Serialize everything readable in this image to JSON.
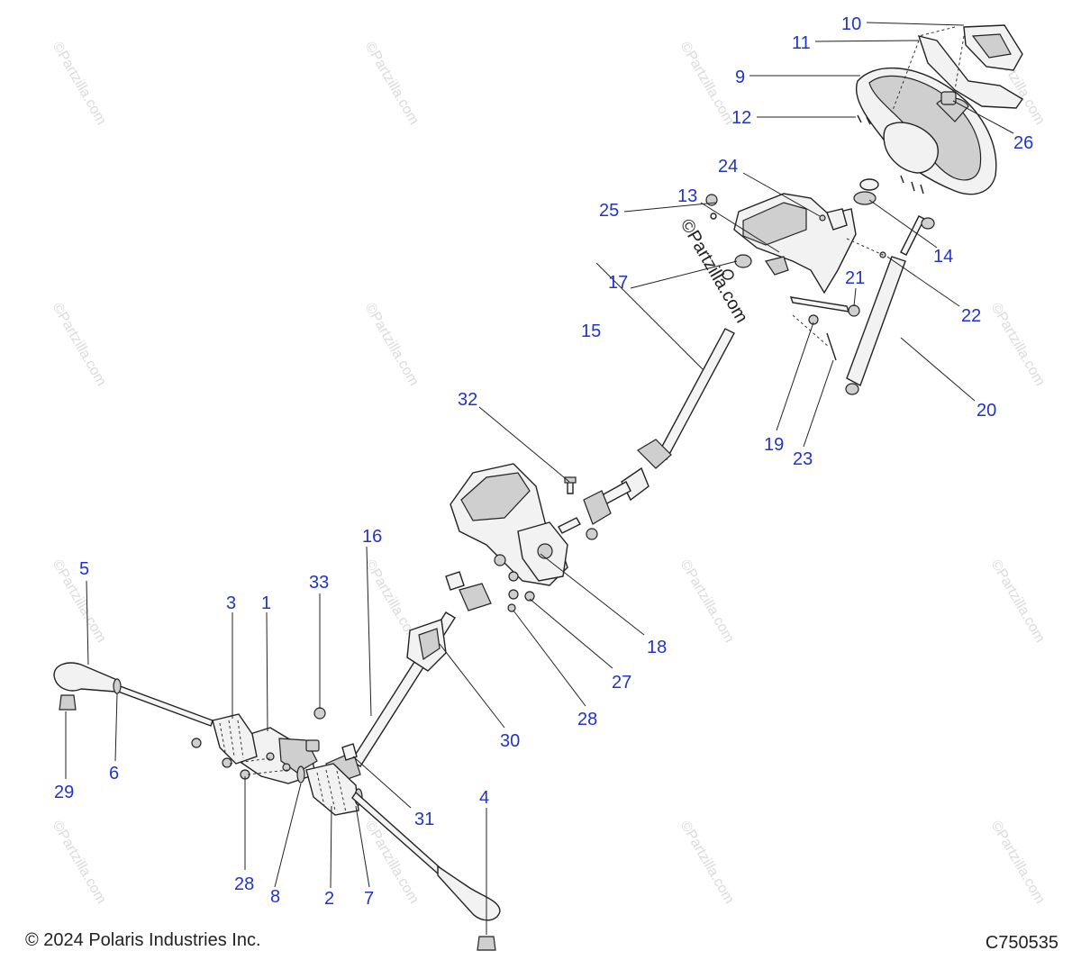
{
  "footer": {
    "copyright": "© 2024 Polaris Industries Inc.",
    "drawing_id": "C750535"
  },
  "watermark": {
    "text": "©Partzilla.com"
  },
  "callouts": {
    "c1": "1",
    "c2": "2",
    "c3": "3",
    "c4": "4",
    "c5": "5",
    "c6": "6",
    "c7": "7",
    "c8": "8",
    "c9": "9",
    "c10": "10",
    "c11": "11",
    "c12": "12",
    "c13": "13",
    "c14": "14",
    "c15": "15",
    "c16": "16",
    "c17": "17",
    "c18": "18",
    "c19": "19",
    "c20": "20",
    "c21": "21",
    "c22": "22",
    "c23": "23",
    "c24": "24",
    "c25": "25",
    "c26": "26",
    "c27": "27",
    "c28a": "28",
    "c28b": "28",
    "c29": "29",
    "c30": "30",
    "c31": "31",
    "c32": "32",
    "c33": "33"
  },
  "colors": {
    "callout": "#2233cc",
    "line": "#222222",
    "watermark": "#d8d8d8"
  }
}
